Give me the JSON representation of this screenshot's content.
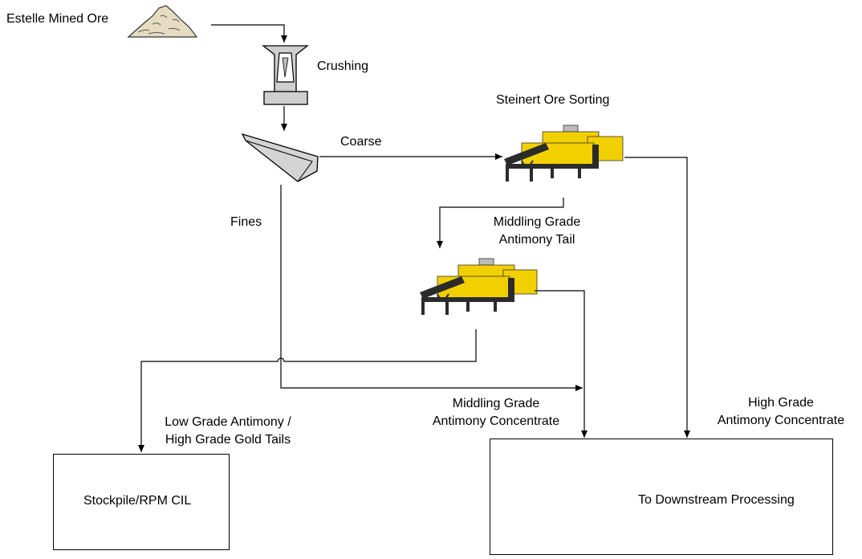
{
  "nodes": {
    "mined_ore": "Estelle Mined Ore",
    "crushing": "Crushing",
    "sorting": "Steinert Ore Sorting",
    "stockpile": "Stockpile/RPM CIL",
    "downstream": "To Downstream Processing"
  },
  "edges": {
    "coarse": "Coarse",
    "fines": "Fines",
    "middling_tail_line1": "Middling Grade",
    "middling_tail_line2": "Antimony Tail",
    "low_grade_line1": "Low Grade Antimony /",
    "low_grade_line2": "High Grade Gold Tails",
    "middling_conc_line1": "Middling Grade",
    "middling_conc_line2": "Antimony Concentrate",
    "high_grade_line1": "High Grade",
    "high_grade_line2": "Antimony Concentrate"
  },
  "colors": {
    "sorter_yellow": "#f2d000",
    "sorter_dark": "#2b2b2b",
    "crusher_gray": "#c8c8c8",
    "ore_pile": "#e6dcc2",
    "truck_yellow": "#f5c400"
  }
}
